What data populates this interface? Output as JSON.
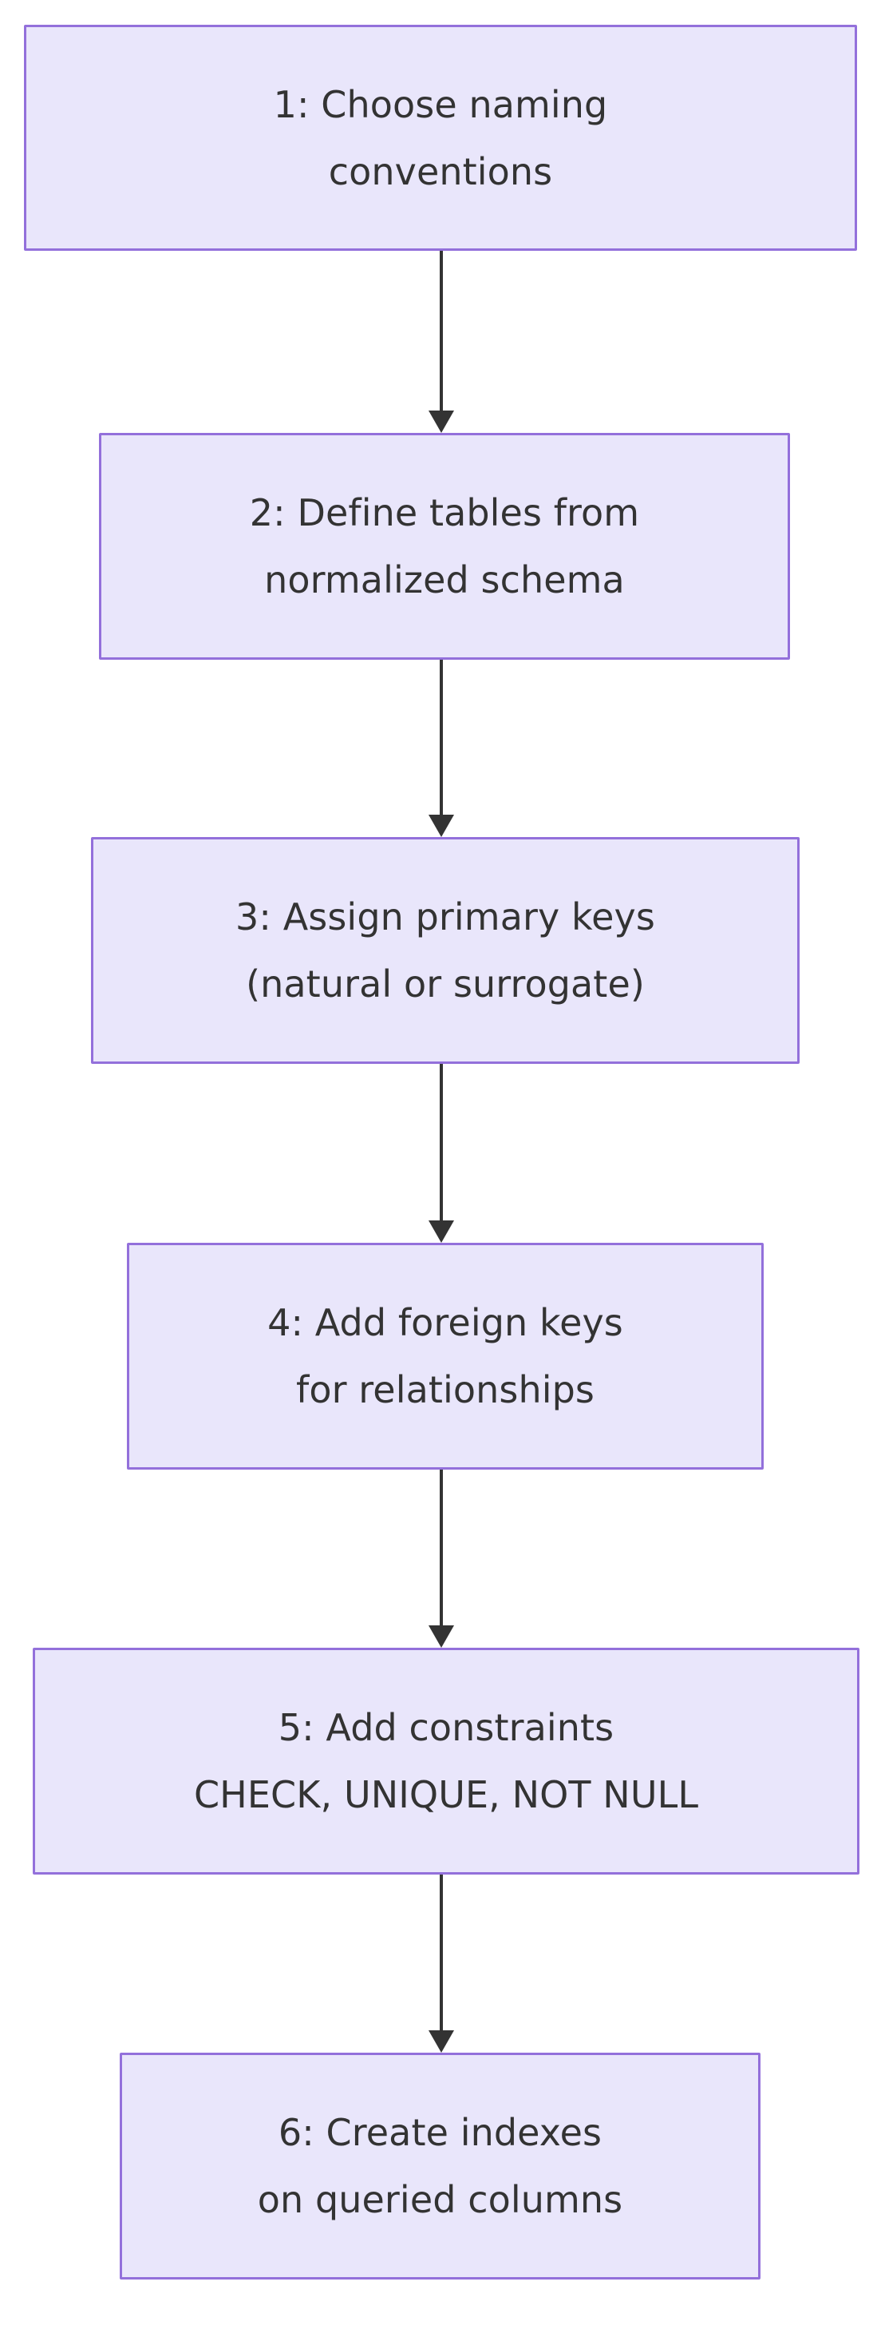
{
  "diagram": {
    "type": "flowchart",
    "orientation": "top-to-bottom",
    "background_color": "#ffffff",
    "node_fill_color": "#e9e6fb",
    "node_border_color": "#9370db",
    "node_text_color": "#333333",
    "edge_color": "#333333",
    "nodes": [
      {
        "id": "1",
        "line1": "1: Choose naming",
        "line2": "conventions"
      },
      {
        "id": "2",
        "line1": "2: Define tables from",
        "line2": "normalized schema"
      },
      {
        "id": "3",
        "line1": "3: Assign primary keys",
        "line2": "(natural or surrogate)"
      },
      {
        "id": "4",
        "line1": "4: Add foreign keys",
        "line2": "for relationships"
      },
      {
        "id": "5",
        "line1": "5: Add constraints",
        "line2": "CHECK, UNIQUE, NOT NULL"
      },
      {
        "id": "6",
        "line1": "6: Create indexes",
        "line2": "on queried columns"
      }
    ],
    "edges": [
      {
        "from": "1",
        "to": "2",
        "label": ""
      },
      {
        "from": "2",
        "to": "3",
        "label": ""
      },
      {
        "from": "3",
        "to": "4",
        "label": ""
      },
      {
        "from": "4",
        "to": "5",
        "label": ""
      },
      {
        "from": "5",
        "to": "6",
        "label": ""
      }
    ]
  }
}
